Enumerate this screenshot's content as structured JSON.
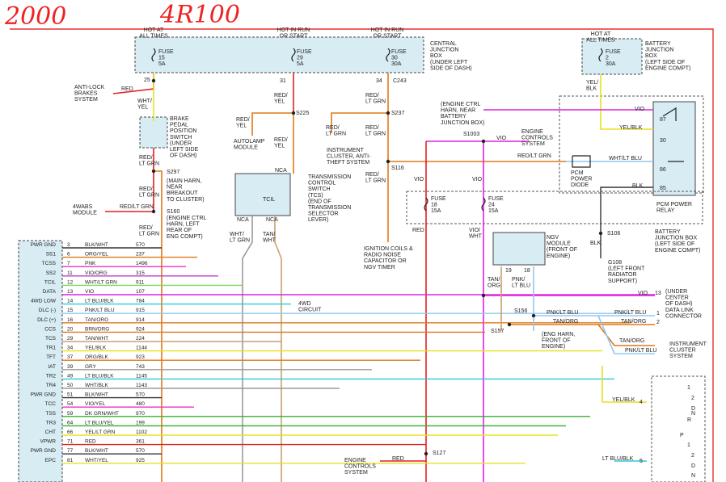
{
  "header": {
    "handwritten_year": "2000",
    "handwritten_model": "4R100"
  },
  "fuses": {
    "f15": {
      "hot": "HOT AT\nALL TIMES",
      "label": "FUSE\n15\n5A",
      "pin": "25"
    },
    "f29": {
      "hot": "HOT IN RUN\nOR START",
      "label": "FUSE\n29\n5A",
      "pin": "31"
    },
    "f30": {
      "hot": "HOT IN RUN\nOR START",
      "label": "FUSE\n30\n30A",
      "pin": "34",
      "conn": "C243"
    },
    "f2": {
      "hot": "HOT AT\nALL TIMES",
      "label": "FUSE\n2\n30A"
    },
    "f18": {
      "label": "FUSE\n18\n15A"
    },
    "f24": {
      "label": "FUSE\n24\n15A"
    }
  },
  "labels": {
    "cjb": "CENTRAL\nJUNCTION\nBOX\n(UNDER LEFT\nSIDE OF DASH)",
    "bjb": "BATTERY\nJUNCTION\nBOX\n(LEFT SIDE OF\nENGINE COMPT)",
    "abs": "ANTI-LOCK\nBRAKES\nSYSTEM",
    "red": "RED",
    "wht_yel": "WHT/\nYEL",
    "bpp": "BRAKE\nPEDAL\nPOSITION\nSWITCH\n(UNDER\nLEFT SIDE\nOF DASH)",
    "red_ltgrn": "RED/\nLT GRN",
    "s297": "S297",
    "s297_desc": "(MAIN HARN,\nNEAR\nBREAKOUT\nTO CLUSTER)",
    "red_yel": "RED/\nYEL",
    "s225": "S225",
    "autolamp": "AUTOLAMP\nMODULE",
    "s237": "S237",
    "cluster": "INSTRUMENT\nCLUSTER, ANTI-\nTHEFT SYSTEM",
    "s116": "S116",
    "ecm_harn": "(ENGINE CTRL\nHARN, NEAR\nBATTERY\nJUNCTION BOX)",
    "s1003": "S1003",
    "vio": "VIO",
    "ecs": "ENGINE\nCONTROLS\nSYSTEM",
    "red_ltgrn2": "RED/LT GRN",
    "pcm_diode": "PCM\nPOWER\nDIODE",
    "wht_ltblu": "WHT/LT BLU",
    "yel_blk": "YEL/BLK",
    "yel_blk2": "YEL/\nBLK",
    "blk": "BLK",
    "pcm_relay": "PCM POWER\nRELAY",
    "relay_pins": [
      "87",
      "30",
      "86",
      "85"
    ],
    "bjb2": "BATTERY\nJUNCTION BOX\n(LEFT SIDE OF\nENGINE COMPT)",
    "s106": "S106",
    "g108": "G108\n(LEFT FRONT\nRADIATOR\nSUPPORT)",
    "nca": "NCA",
    "tcs": "TRANSMISSION\nCONTROL\nSWITCH\n(TCS)\n(END OF\nTRANSMISSION\nSELECTOR\nLEVER)",
    "tcil": "TCIL",
    "wht_ltgrn": "WHT/\nLT GRN",
    "tan_wht": "TAN/\nWHT",
    "s160": "S160",
    "s160_desc": "(ENGINE CTRL\nHARN, LEFT\nREAR OF\nENG COMPT)",
    "wabs": "4WABS\nMODULE",
    "ign": "IGNITION COILS &\nRADIO NOISE\nCAPACITOR OR\nNGV TIMER",
    "ngv": "NGV\nMODULE\n(FRONT OF\nENGINE)",
    "ngv_pins": [
      "19",
      "18"
    ],
    "tan_org": "TAN/\nORG",
    "pnk_ltblu": "PNK/\nLT BLU",
    "vio_wht": "VIO/\nWHT",
    "dlc": "(UNDER\nCENTER\nOF DASH)\nDATA LINK\nCONNECTOR",
    "four_wd": "4WD\nCIRCUIT",
    "s156": "S156",
    "s157": "S157",
    "eng_harn": "(ENG HARN,\nFRONT OF\nENGINE)",
    "ic_system": "INSTRUMENT\nCLUSTER\nSYSTEM",
    "s127": "S127",
    "ecs2": "ENGINE\nCONTROLS\nSYSTEM",
    "dlc_wires": [
      "VIO",
      "PNK/LT BLU",
      "TAN/ORG"
    ],
    "dlc_pins": [
      "13",
      "1",
      "2"
    ],
    "right_wires": [
      "PNK/LT BLU",
      "TAN/ORG",
      "YEL/BLK",
      "LT BLU/BLK"
    ],
    "right_pins": [
      "4",
      "5"
    ],
    "selector_pos": [
      "1",
      "2",
      "D",
      "N",
      "R",
      "P",
      "1",
      "2",
      "D",
      "N"
    ]
  },
  "pcm_pins": [
    {
      "name": "PWR GND",
      "pin": "3",
      "wire": "BLK/WHT",
      "circ": "570"
    },
    {
      "name": "SS1",
      "pin": "6",
      "wire": "ORG/YEL",
      "circ": "237"
    },
    {
      "name": "TCSS",
      "pin": "7",
      "wire": "PNK",
      "circ": "1496"
    },
    {
      "name": "SS2",
      "pin": "11",
      "wire": "VIO/ORG",
      "circ": "315"
    },
    {
      "name": "TCIL",
      "pin": "12",
      "wire": "WHT/LT GRN",
      "circ": "911"
    },
    {
      "name": "DATA",
      "pin": "13",
      "wire": "VIO",
      "circ": "107"
    },
    {
      "name": "4WD LOW",
      "pin": "14",
      "wire": "LT BLU/BLK",
      "circ": "784"
    },
    {
      "name": "DLC (-)",
      "pin": "15",
      "wire": "PNK/LT BLU",
      "circ": "915"
    },
    {
      "name": "DLC (+)",
      "pin": "16",
      "wire": "TAN/ORG",
      "circ": "914"
    },
    {
      "name": "CCS",
      "pin": "20",
      "wire": "BRN/ORG",
      "circ": "924"
    },
    {
      "name": "TCS",
      "pin": "29",
      "wire": "TAN/WHT",
      "circ": "224"
    },
    {
      "name": "TR1",
      "pin": "34",
      "wire": "YEL/BLK",
      "circ": "1144"
    },
    {
      "name": "TFT",
      "pin": "37",
      "wire": "ORG/BLK",
      "circ": "923"
    },
    {
      "name": "IAT",
      "pin": "39",
      "wire": "GRY",
      "circ": "743"
    },
    {
      "name": "TR2",
      "pin": "49",
      "wire": "LT BLU/BLK",
      "circ": "1145"
    },
    {
      "name": "TR4",
      "pin": "50",
      "wire": "WHT/BLK",
      "circ": "1143"
    },
    {
      "name": "PWR GND",
      "pin": "51",
      "wire": "BLK/WHT",
      "circ": "570"
    },
    {
      "name": "TCC",
      "pin": "54",
      "wire": "VIO/YEL",
      "circ": "480"
    },
    {
      "name": "TSS",
      "pin": "59",
      "wire": "DK GRN/WHT",
      "circ": "970"
    },
    {
      "name": "TR3",
      "pin": "64",
      "wire": "LT BLU/YEL",
      "circ": "199"
    },
    {
      "name": "CHT",
      "pin": "66",
      "wire": "YEL/LT GRN",
      "circ": "1102"
    },
    {
      "name": "VPWR",
      "pin": "71",
      "wire": "RED",
      "circ": "361"
    },
    {
      "name": "PWR GND",
      "pin": "77",
      "wire": "BLK/WHT",
      "circ": "570"
    },
    {
      "name": "EPC",
      "pin": "81",
      "wire": "WHT/YEL",
      "circ": "925"
    }
  ],
  "colors": {
    "red": "#e02020",
    "orange": "#e07818",
    "pink": "#f030c0",
    "violet": "#b040d0",
    "cyan": "#30c8d8",
    "yellow": "#e8e020",
    "ltblue": "#90c8f0",
    "green": "#30b030",
    "tan": "#c8a070",
    "gray": "#9a9a9a",
    "blk": "#333333",
    "magenta": "#e020e0",
    "ltgreen": "#80d860",
    "box": "#d8ecf4"
  }
}
